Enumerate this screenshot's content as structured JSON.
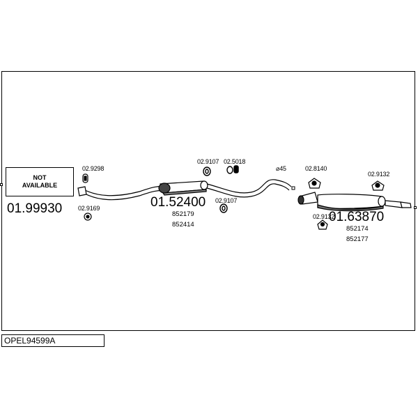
{
  "not_available": {
    "line1": "NOT",
    "line2": "AVAILABLE"
  },
  "parts": {
    "front": "01.99930",
    "middle": "01.52400",
    "rear": "01.63870"
  },
  "middle_refs": [
    "852179",
    "852414"
  ],
  "rear_refs": [
    "852174",
    "852177"
  ],
  "hardware": {
    "clamp_front_top": "02.9298",
    "clamp_front_bottom": "02.9169",
    "ring_mid_left": "02.9107",
    "ring_mid_right": "02.5018",
    "ring_mid_lower": "02.9107",
    "diameter": "⌀45",
    "hanger_rear_left": "02.8140",
    "hanger_rear_right": "02.9132",
    "hanger_rear_lower": "02.9132"
  },
  "footer": {
    "code": "OPEL94599A"
  }
}
